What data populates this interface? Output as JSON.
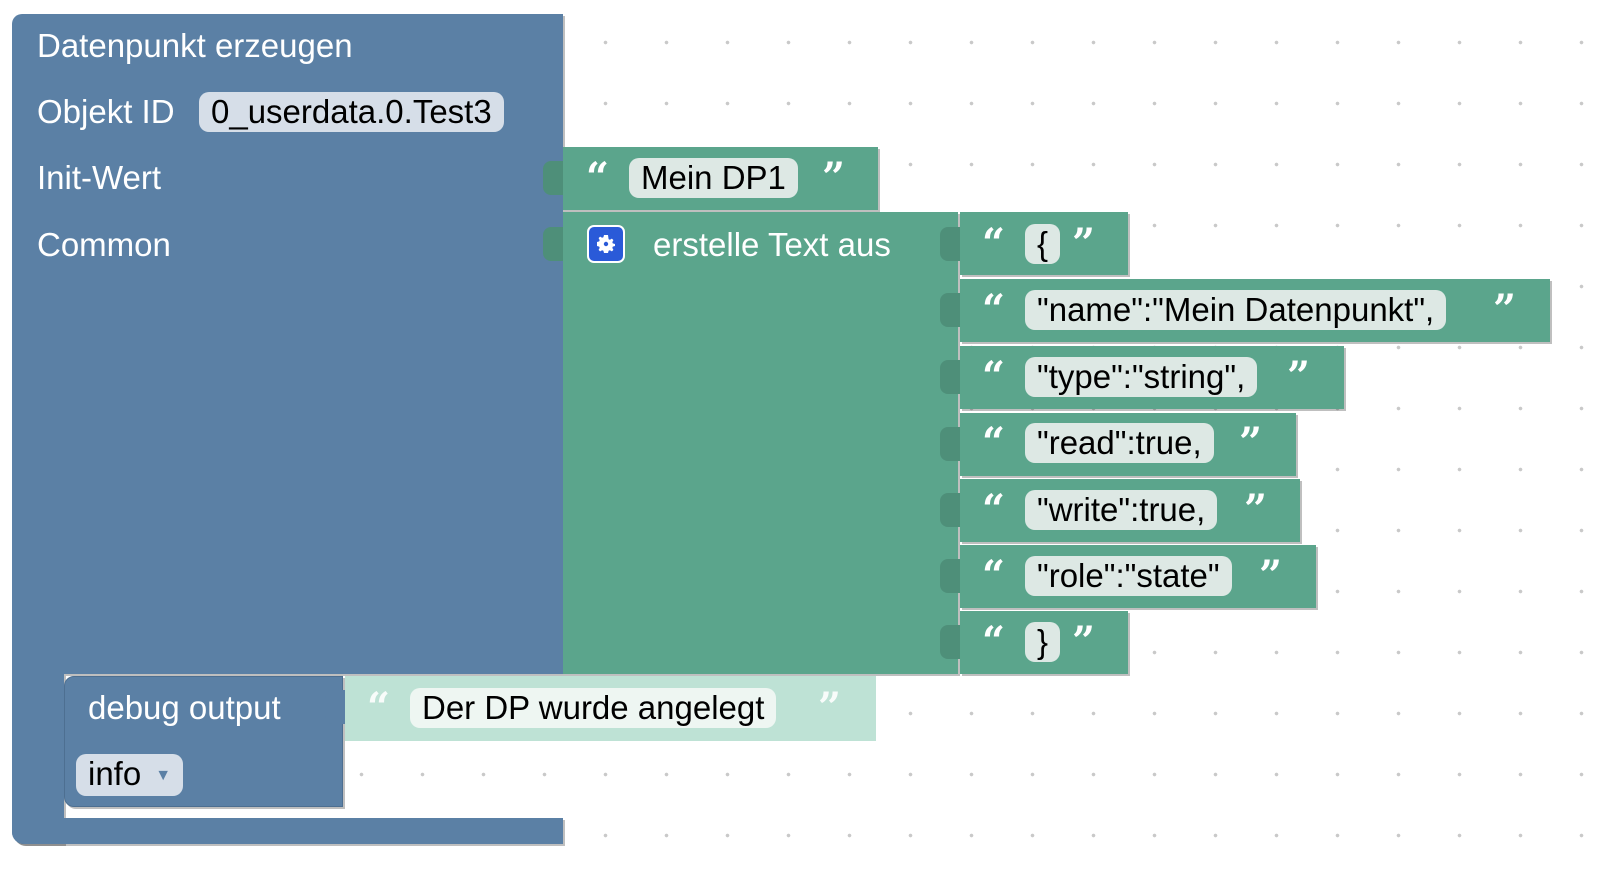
{
  "create_block": {
    "title": "Datenpunkt erzeugen",
    "object_id_label": "Objekt ID",
    "object_id_value": "0_userdata.0.Test3",
    "init_label": "Init-Wert",
    "common_label": "Common"
  },
  "init_value": {
    "text": "Mein DP1"
  },
  "text_join": {
    "label": "erstelle Text aus"
  },
  "json_items": [
    {
      "text": "{"
    },
    {
      "text": "\"name\":\"Mein Datenpunkt\","
    },
    {
      "text": "\"type\":\"string\","
    },
    {
      "text": "\"read\":true,"
    },
    {
      "text": "\"write\":true,"
    },
    {
      "text": "\"role\":\"state\""
    },
    {
      "text": "}"
    }
  ],
  "debug_block": {
    "label": "debug output",
    "message": "Der DP wurde angelegt",
    "level": "info"
  },
  "quote_open": "“",
  "quote_close": "”",
  "colors": {
    "system_block": "#5b80a5",
    "text_block": "#5ba58c",
    "text_block_faded": "#bee2d5",
    "gear_icon": "#2a5ad8"
  }
}
